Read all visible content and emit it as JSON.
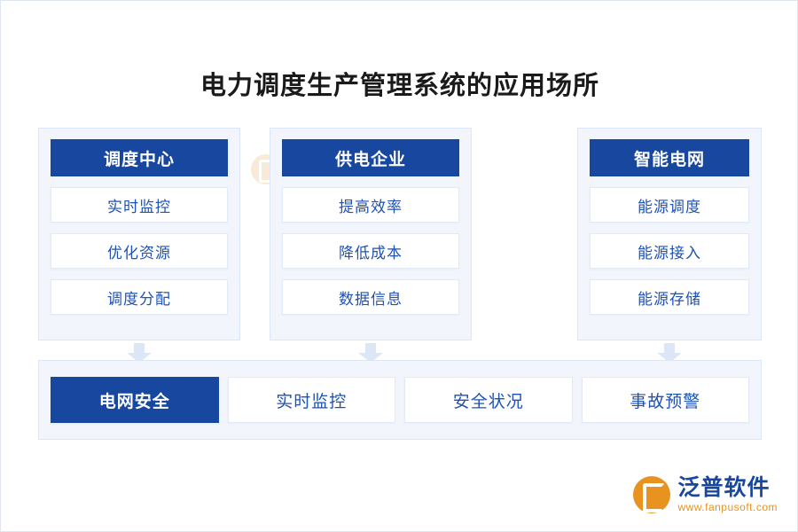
{
  "title": "电力调度生产管理系统的应用场所",
  "watermark": {
    "text": "泛普软件",
    "icon": "fanpu-logo-icon"
  },
  "columns": [
    {
      "header": "调度中心",
      "items": [
        "实时监控",
        "优化资源",
        "调度分配"
      ]
    },
    {
      "header": "供电企业",
      "items": [
        "提高效率",
        "降低成本",
        "数据信息"
      ]
    },
    {
      "header": "智能电网",
      "items": [
        "能源调度",
        "能源接入",
        "能源存储"
      ]
    }
  ],
  "bottom": {
    "primary": "电网安全",
    "cells": [
      "实时监控",
      "安全状况",
      "事故预警"
    ]
  },
  "brand": {
    "name": "泛普软件",
    "url": "www.fanpusoft.com"
  },
  "colors": {
    "header_blue": "#17479e",
    "text_blue": "#1e52b5",
    "panel_bg": "#f2f6fc",
    "brand_orange": "#e8931f"
  }
}
